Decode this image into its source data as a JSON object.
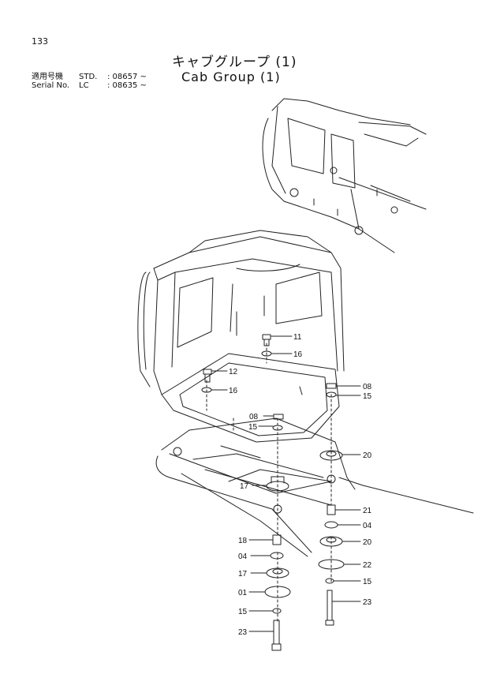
{
  "page_number": "133",
  "title_jp": "キャブグループ (1)",
  "title_en": "Cab Group (1)",
  "applicability": [
    {
      "label": "適用号機",
      "code": "STD.",
      "value": ": 08657 ~"
    },
    {
      "label": "Serial No.",
      "code": "LC",
      "value": ": 08635 ~"
    }
  ],
  "callouts": [
    "11",
    "16",
    "12",
    "16",
    "08",
    "15",
    "08",
    "15",
    "20",
    "17",
    "21",
    "04",
    "18",
    "20",
    "04",
    "22",
    "17",
    "15",
    "01",
    "23",
    "15",
    "23"
  ]
}
